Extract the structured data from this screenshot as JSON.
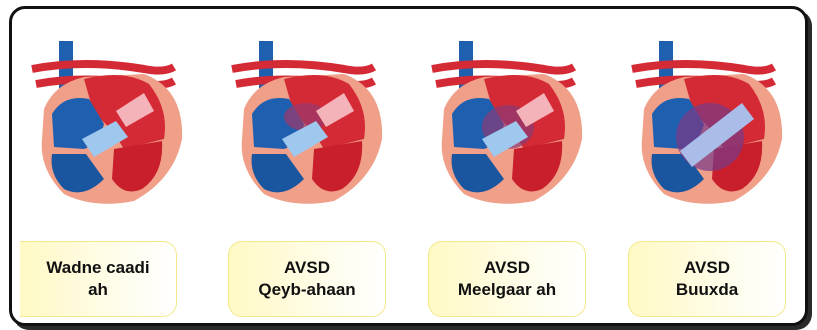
{
  "panels": [
    {
      "line1": "Wadne caadi",
      "line2": "ah",
      "defect": "none"
    },
    {
      "line1": "AVSD",
      "line2": "Qeyb-ahaan",
      "defect": "partial"
    },
    {
      "line1": "AVSD",
      "line2": "Meelgaar ah",
      "defect": "transitional"
    },
    {
      "line1": "AVSD",
      "line2": "Buuxda",
      "defect": "complete"
    }
  ],
  "colors": {
    "oxygenated": "#d42a35",
    "deoxygenated": "#1f5fb0",
    "heart_wall": "#f0a089",
    "label_fill": "#fffacd",
    "frame": "#111111"
  }
}
